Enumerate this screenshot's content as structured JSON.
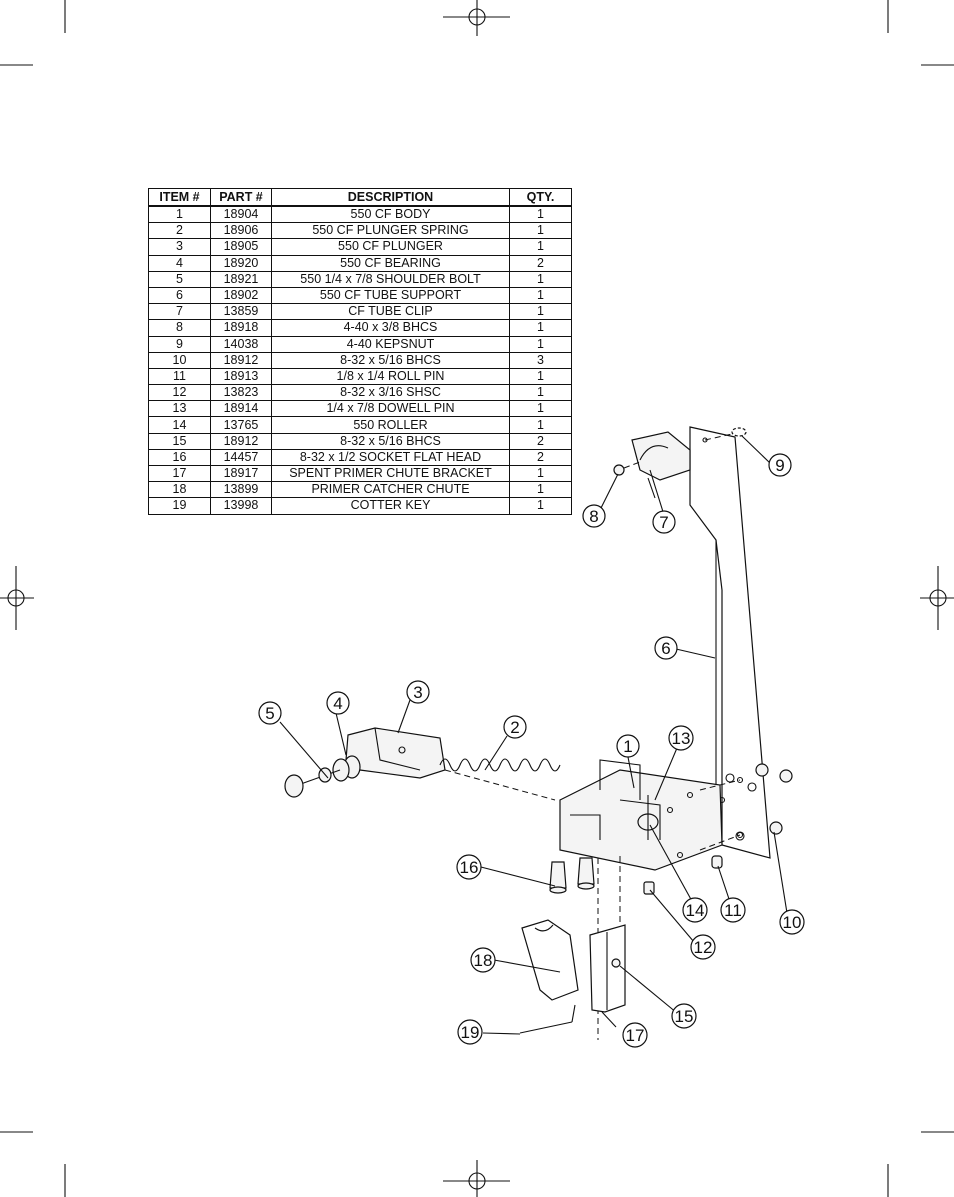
{
  "parts_table": {
    "headers": [
      "ITEM #",
      "PART #",
      "DESCRIPTION",
      "QTY."
    ],
    "rows": [
      [
        "1",
        "18904",
        "550 CF BODY",
        "1"
      ],
      [
        "2",
        "18906",
        "550 CF PLUNGER SPRING",
        "1"
      ],
      [
        "3",
        "18905",
        "550 CF PLUNGER",
        "1"
      ],
      [
        "4",
        "18920",
        "550 CF BEARING",
        "2"
      ],
      [
        "5",
        "18921",
        "550 1/4 x 7/8 SHOULDER BOLT",
        "1"
      ],
      [
        "6",
        "18902",
        "550 CF TUBE SUPPORT",
        "1"
      ],
      [
        "7",
        "13859",
        "CF TUBE CLIP",
        "1"
      ],
      [
        "8",
        "18918",
        "4-40 x 3/8 BHCS",
        "1"
      ],
      [
        "9",
        "14038",
        "4-40 KEPSNUT",
        "1"
      ],
      [
        "10",
        "18912",
        "8-32 x 5/16 BHCS",
        "3"
      ],
      [
        "11",
        "18913",
        "1/8 x 1/4 ROLL PIN",
        "1"
      ],
      [
        "12",
        "13823",
        "8-32 x 3/16 SHSC",
        "1"
      ],
      [
        "13",
        "18914",
        "1/4 x 7/8 DOWELL PIN",
        "1"
      ],
      [
        "14",
        "13765",
        "550 ROLLER",
        "1"
      ],
      [
        "15",
        "18912",
        "8-32 x 5/16 BHCS",
        "2"
      ],
      [
        "16",
        "14457",
        "8-32 x 1/2 SOCKET FLAT HEAD",
        "2"
      ],
      [
        "17",
        "18917",
        "SPENT PRIMER CHUTE BRACKET",
        "1"
      ],
      [
        "18",
        "13899",
        "PRIMER CATCHER CHUTE",
        "1"
      ],
      [
        "19",
        "13998",
        "COTTER KEY",
        "1"
      ]
    ]
  },
  "callouts": [
    "1",
    "2",
    "3",
    "4",
    "5",
    "6",
    "7",
    "8",
    "9",
    "10",
    "11",
    "12",
    "13",
    "14",
    "15",
    "16",
    "17",
    "18",
    "19"
  ]
}
